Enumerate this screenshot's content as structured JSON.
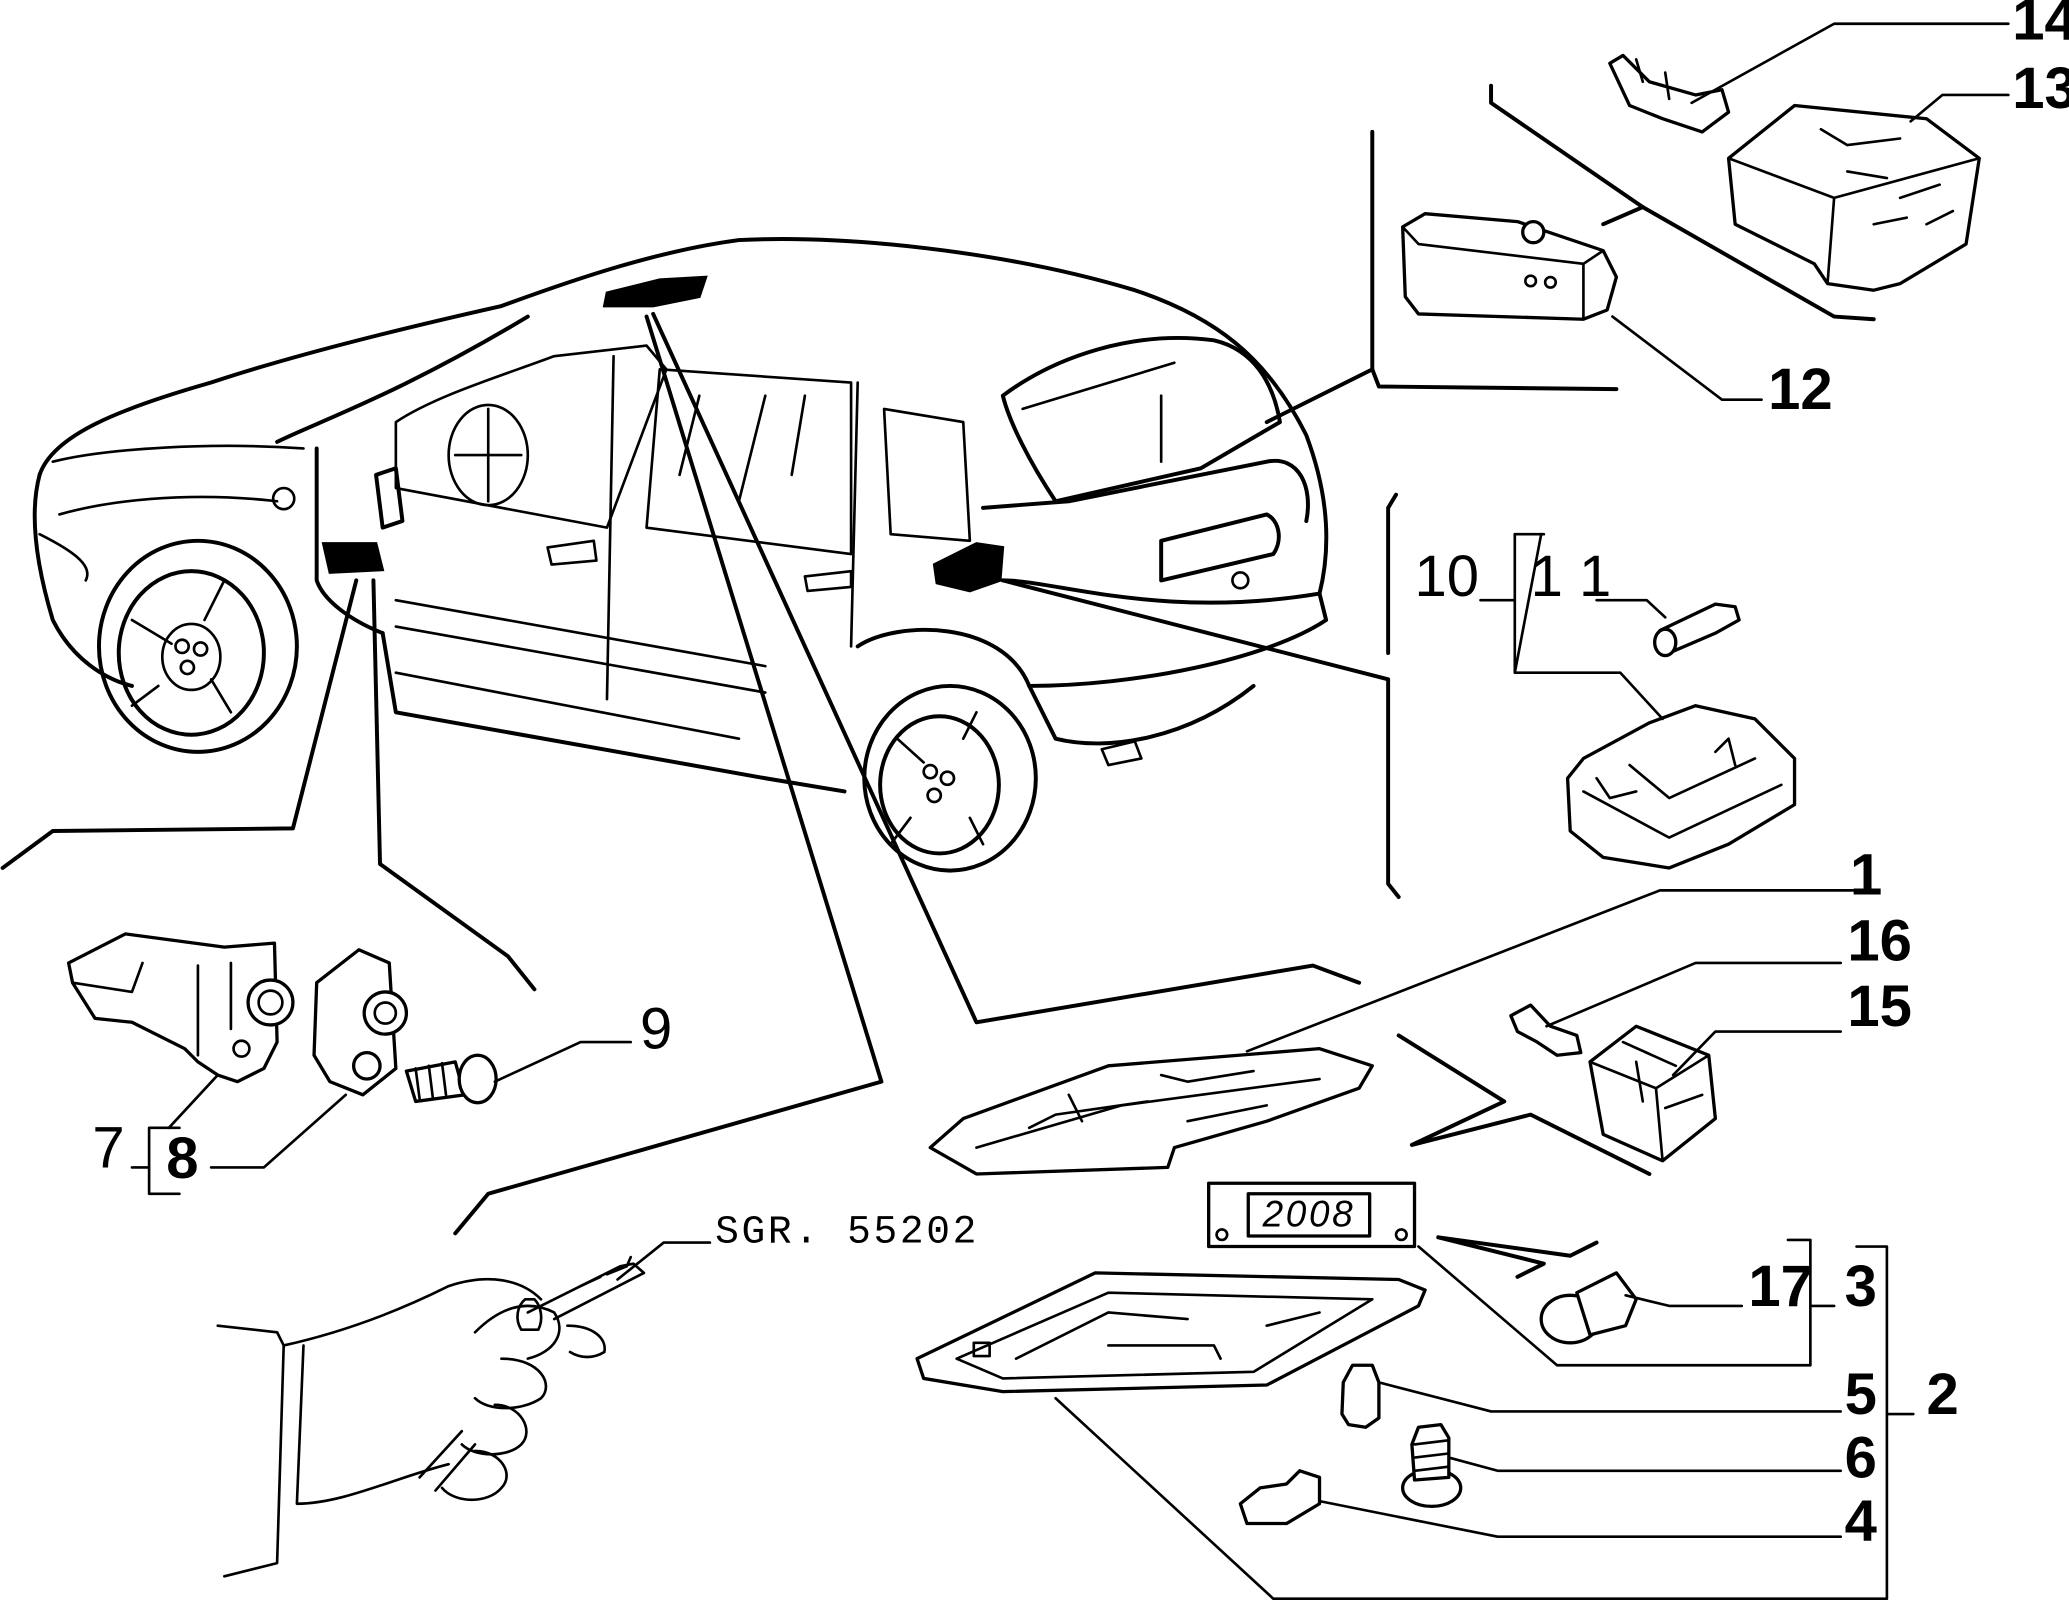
{
  "diagram": {
    "callouts": {
      "c1": "1",
      "c2": "2",
      "c3": "3",
      "c4": "4",
      "c5": "5",
      "c6": "6",
      "c7": "7",
      "c8": "8",
      "c9": "9",
      "c10": "10",
      "c11": "1 1",
      "c12": "12",
      "c13": "13",
      "c14": "14",
      "c15": "15",
      "c16": "16",
      "c17": "17"
    },
    "tool_reference": "SGR. 55202",
    "display_reading": "2008"
  }
}
